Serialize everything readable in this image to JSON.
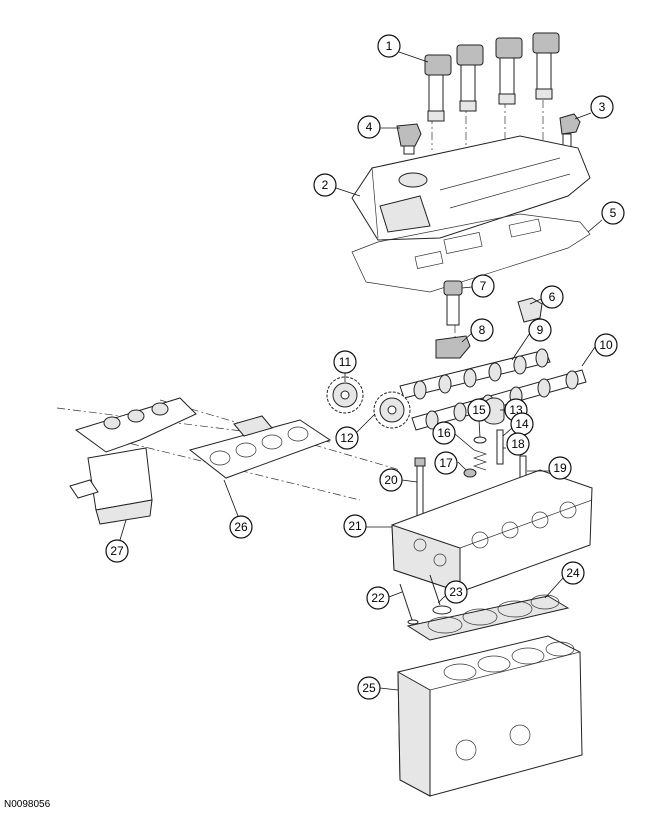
{
  "figure_id": "N0098056",
  "callouts": [
    {
      "n": "1"
    },
    {
      "n": "2"
    },
    {
      "n": "3"
    },
    {
      "n": "4"
    },
    {
      "n": "5"
    },
    {
      "n": "6"
    },
    {
      "n": "7"
    },
    {
      "n": "8"
    },
    {
      "n": "9"
    },
    {
      "n": "10"
    },
    {
      "n": "11"
    },
    {
      "n": "12"
    },
    {
      "n": "13"
    },
    {
      "n": "14"
    },
    {
      "n": "15"
    },
    {
      "n": "16"
    },
    {
      "n": "17"
    },
    {
      "n": "18"
    },
    {
      "n": "19"
    },
    {
      "n": "20"
    },
    {
      "n": "21"
    },
    {
      "n": "22"
    },
    {
      "n": "23"
    },
    {
      "n": "24"
    },
    {
      "n": "25"
    },
    {
      "n": "26"
    },
    {
      "n": "27"
    }
  ]
}
